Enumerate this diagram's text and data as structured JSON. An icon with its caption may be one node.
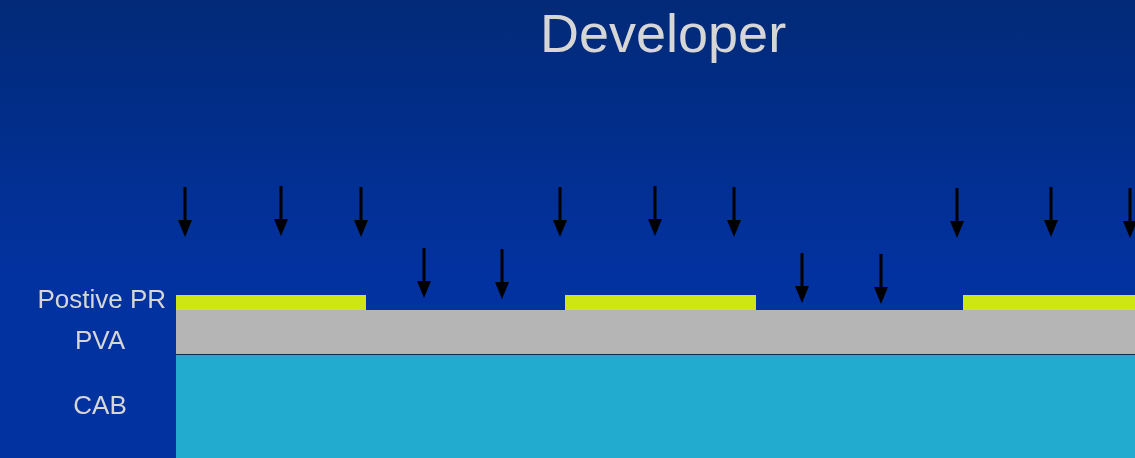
{
  "diagram": {
    "title": "Developer",
    "nodes": [
      {
        "text": [],
        "shape": "bar",
        "beside": [
          "Postive PR"
        ]
      },
      {
        "text": [],
        "shape": "bar"
      },
      {
        "text": [],
        "shape": "bar"
      },
      {
        "text": [],
        "shape": "bar",
        "beside": [
          "PVA"
        ]
      },
      {
        "text": [],
        "shape": "bar",
        "beside": [
          "CAB"
        ]
      }
    ]
  }
}
